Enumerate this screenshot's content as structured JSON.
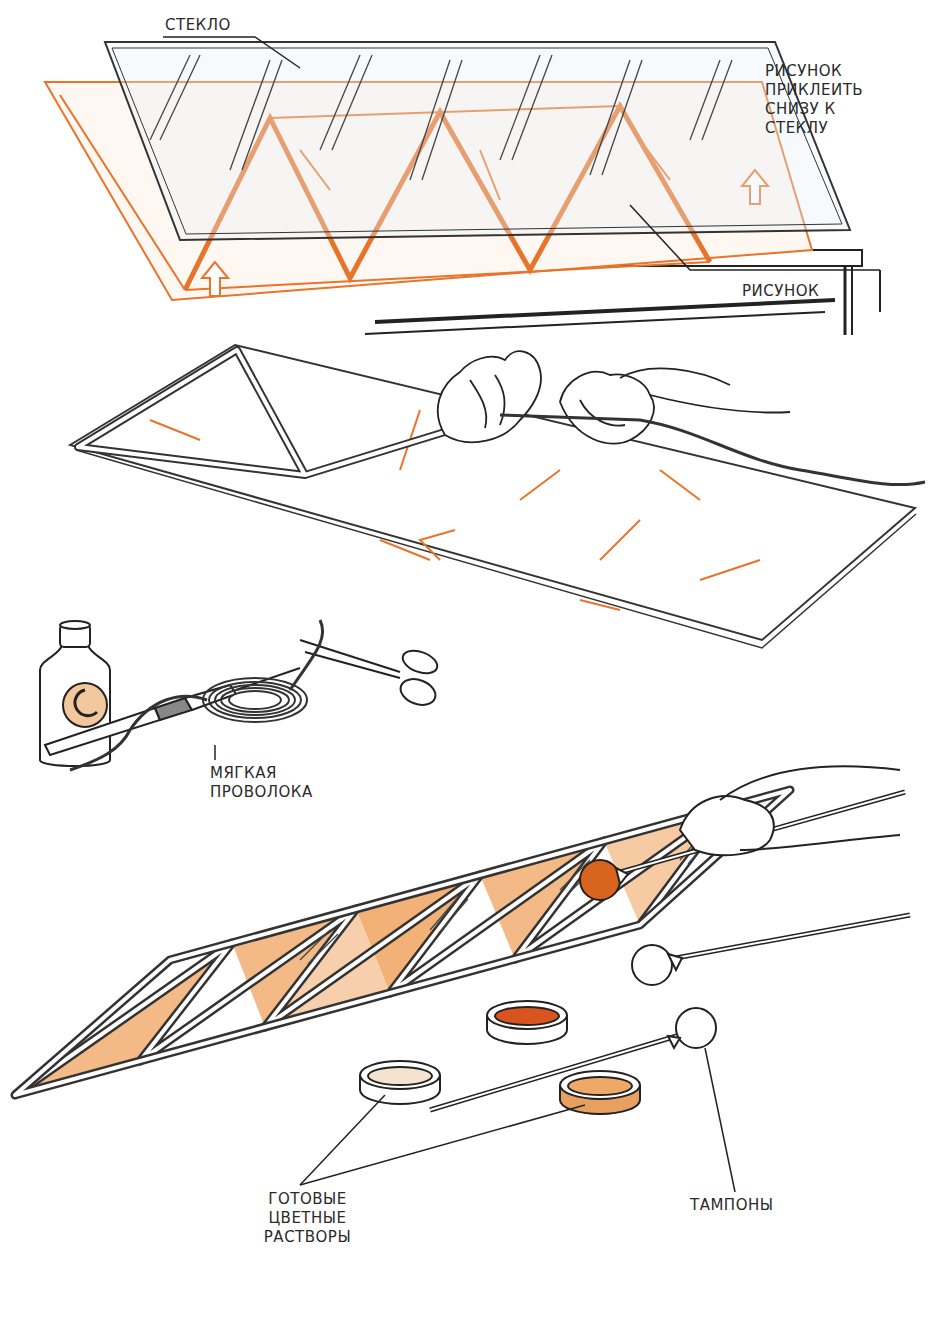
{
  "diagram": {
    "labels": [
      "СТЕКЛО",
      "РИСУНОК ПРИКЛЕИТЬ СНИЗУ К СТЕКЛУ",
      "РИСУНОК",
      "МЯГКАЯ ПРОВОЛОКА",
      "ТАМПОНЫ",
      "ГОТОВЫЕ ЦВЕТНЫЕ РАСТВОРЫ"
    ]
  }
}
